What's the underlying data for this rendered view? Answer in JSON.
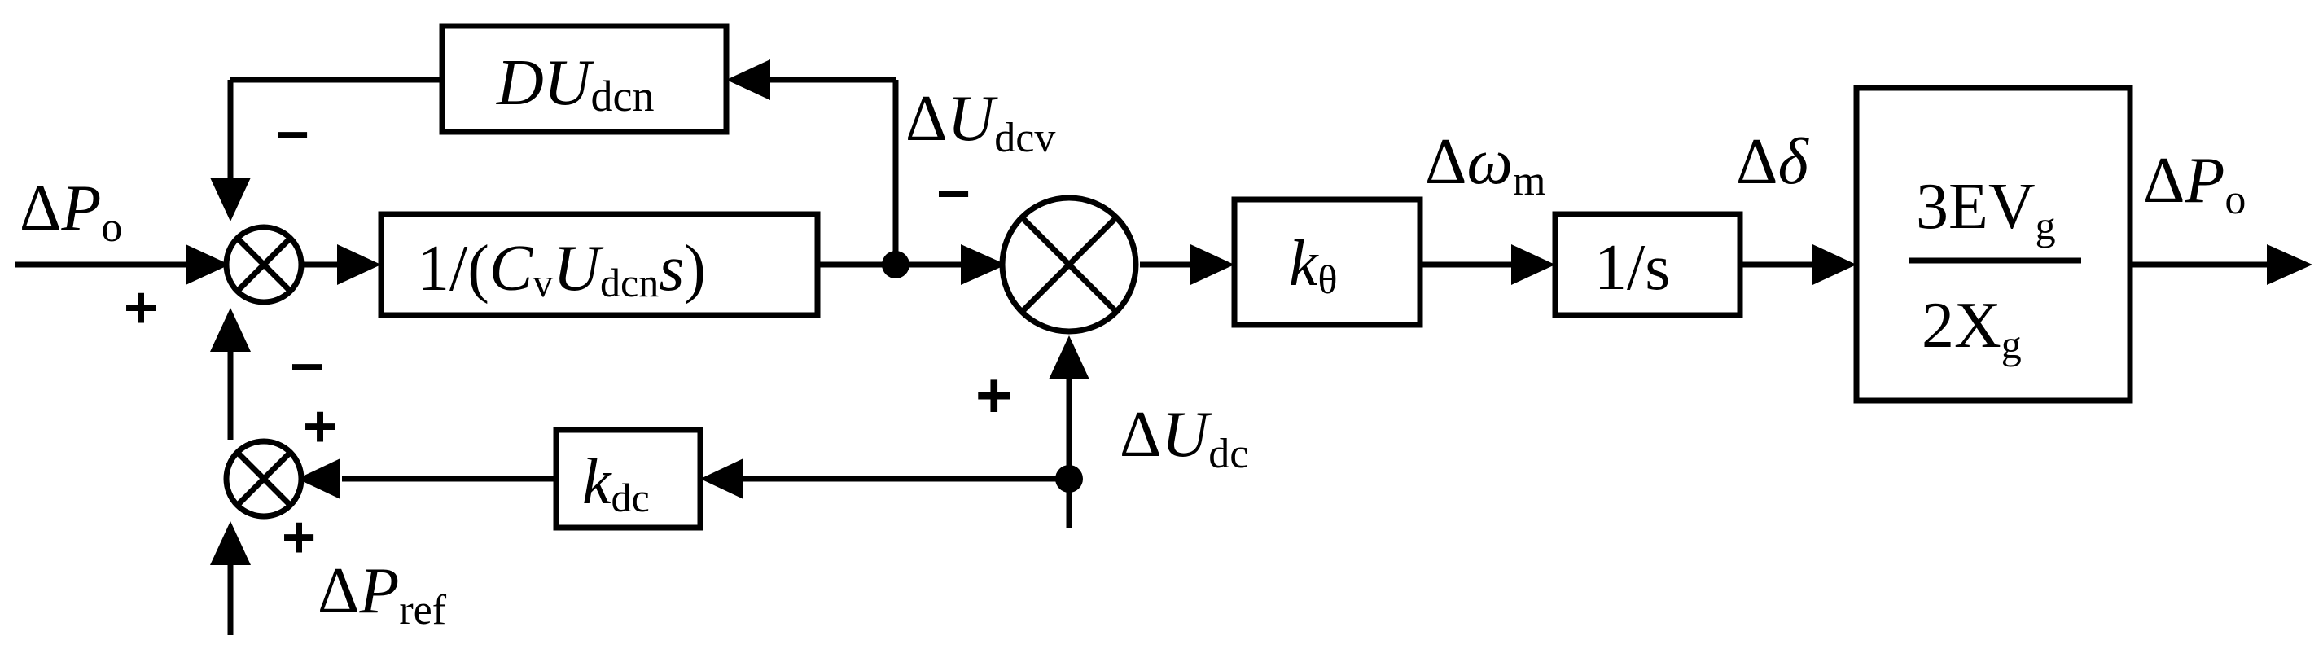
{
  "blocks": {
    "feedback_gain": {
      "main": "DU",
      "sub": "dcn"
    },
    "integrator_cap": {
      "open": "1/(",
      "c": "C",
      "c_sub": "v",
      "u": "U",
      "u_sub": "dcn",
      "s": "s",
      "close": ")"
    },
    "k_theta": {
      "main": "k",
      "sub": "θ"
    },
    "integrator": {
      "label": "1/s"
    },
    "power_gain": {
      "num": "3EV",
      "num_sub": "g",
      "den": "2X",
      "den_sub": "g"
    },
    "k_dc": {
      "main": "k",
      "sub": "dc"
    }
  },
  "signals": {
    "dPo_in": {
      "delta": "Δ",
      "main": "P",
      "sub": "o"
    },
    "dUdcv": {
      "delta": "Δ",
      "main": "U",
      "sub": "dcv"
    },
    "dwm": {
      "delta": "Δ",
      "main": "ω",
      "sub": "m"
    },
    "ddelta": {
      "delta": "Δ",
      "main": "δ"
    },
    "dPo_out": {
      "delta": "Δ",
      "main": "P",
      "sub": "o"
    },
    "dUdc": {
      "delta": "Δ",
      "main": "U",
      "sub": "dc"
    },
    "dPref": {
      "delta": "Δ",
      "main": "P",
      "sub": "ref"
    }
  },
  "signs": {
    "plus": "+",
    "minus": "−"
  }
}
